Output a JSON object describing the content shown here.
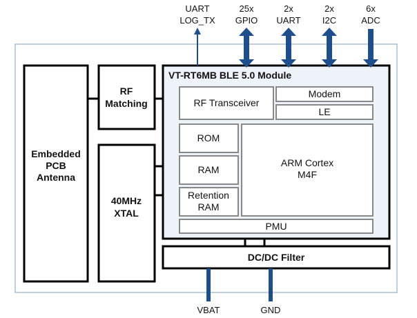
{
  "pins_top": [
    {
      "line1": "UART",
      "line2": "LOG_TX"
    },
    {
      "line1": "25x",
      "line2": "GPIO"
    },
    {
      "line1": "2x",
      "line2": "UART"
    },
    {
      "line1": "2x",
      "line2": "I2C"
    },
    {
      "line1": "6x",
      "line2": "ADC"
    }
  ],
  "pins_bottom": {
    "vbat": "VBAT",
    "gnd": "GND"
  },
  "antenna": {
    "line1": "Embedded",
    "line2": "PCB",
    "line3": "Antenna"
  },
  "rf_matching": {
    "line1": "RF",
    "line2": "Matching"
  },
  "xtal": {
    "line1": "40MHz",
    "line2": "XTAL"
  },
  "module": {
    "title": "VT-RT6MB BLE 5.0 Module",
    "rf_transceiver": "RF Transceiver",
    "modem": "Modem",
    "le": "LE",
    "rom": "ROM",
    "ram": "RAM",
    "retention_ram": {
      "line1": "Retention",
      "line2": "RAM"
    },
    "cpu": {
      "line1": "ARM Cortex",
      "line2": "M4F"
    },
    "pmu": "PMU"
  },
  "dcdc": "DC/DC Filter",
  "colors": {
    "arrow": "#1f4e8c",
    "board_border": "#a9bfd6",
    "module_fill": "#eef3fa",
    "block_border": "#000000",
    "inner_border": "#888888"
  }
}
